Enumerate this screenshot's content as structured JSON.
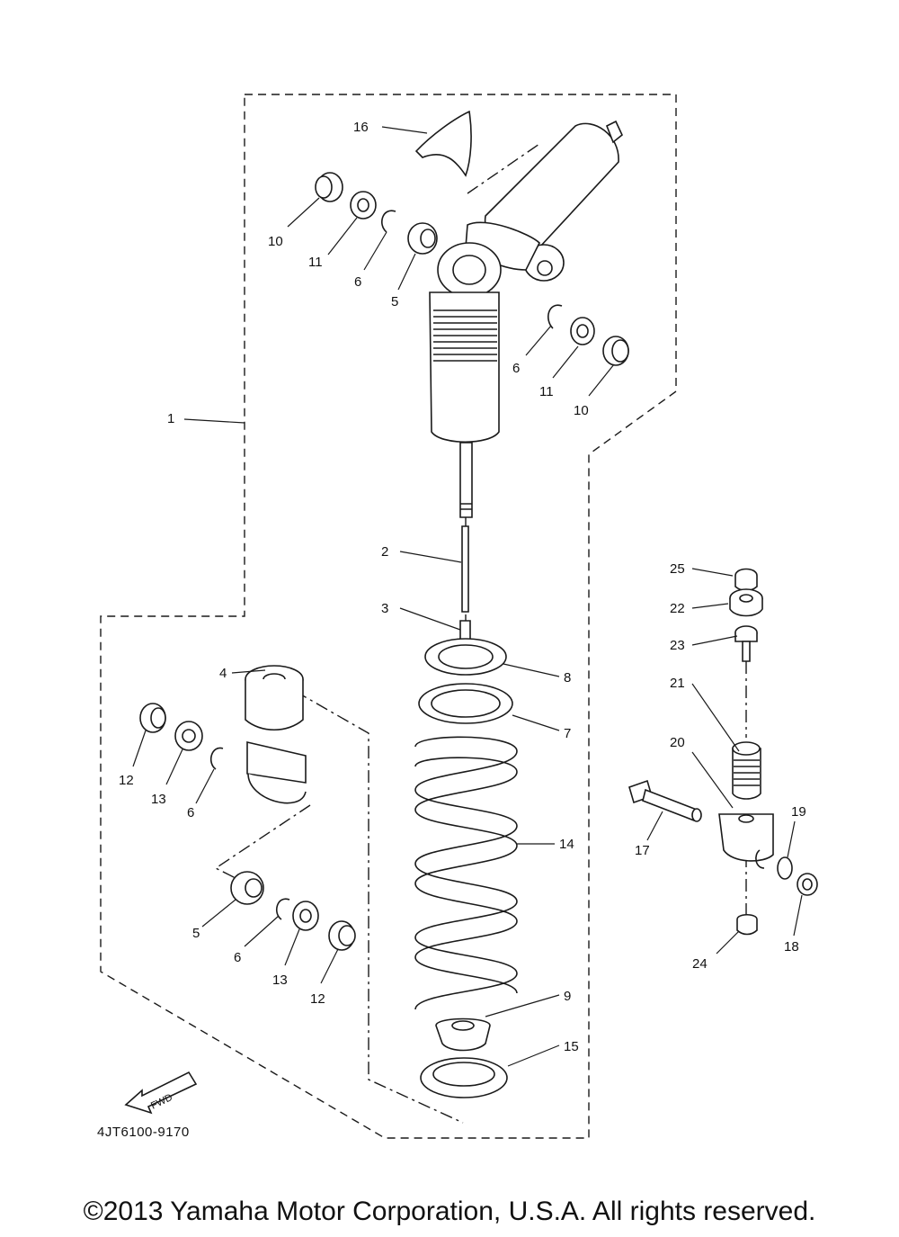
{
  "diagram": {
    "code": "4JT6100-9170",
    "fwd_label": "FWD",
    "callouts": [
      "1",
      "2",
      "3",
      "4",
      "5",
      "5",
      "6",
      "6",
      "6",
      "6",
      "7",
      "8",
      "9",
      "10",
      "10",
      "11",
      "11",
      "12",
      "12",
      "13",
      "13",
      "14",
      "15",
      "16",
      "17",
      "18",
      "19",
      "20",
      "21",
      "22",
      "23",
      "24",
      "25"
    ]
  },
  "footer": {
    "copyright": "©2013 Yamaha Motor Corporation, U.S.A. All rights reserved."
  }
}
